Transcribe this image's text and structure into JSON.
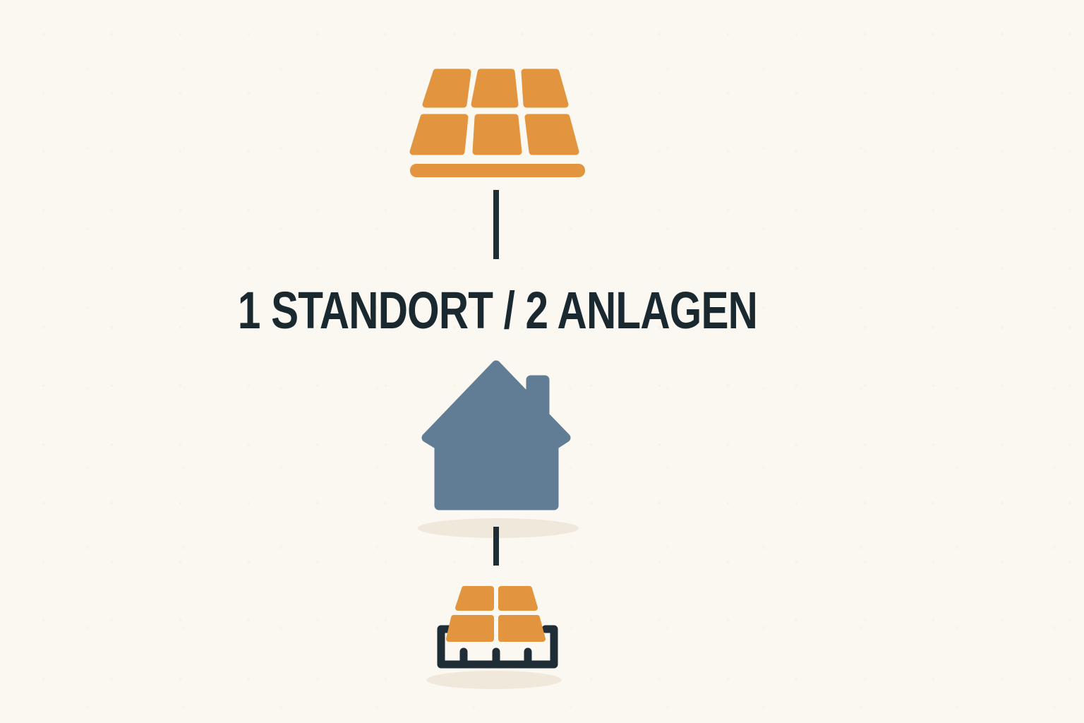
{
  "illustration": {
    "title": "1 STANDORT / 2 ANLAGEN",
    "top_icon": "rooftop-solar-panel",
    "middle_icon": "house-with-chimney",
    "bottom_icon": "ground-mounted-solar-panel"
  },
  "colors": {
    "background": "#faf8f1",
    "panel_orange": "#e2953e",
    "house_blue": "#617d96",
    "dark": "#1e2d36",
    "text": "#1a2930",
    "shadow": "#f0e9db"
  }
}
